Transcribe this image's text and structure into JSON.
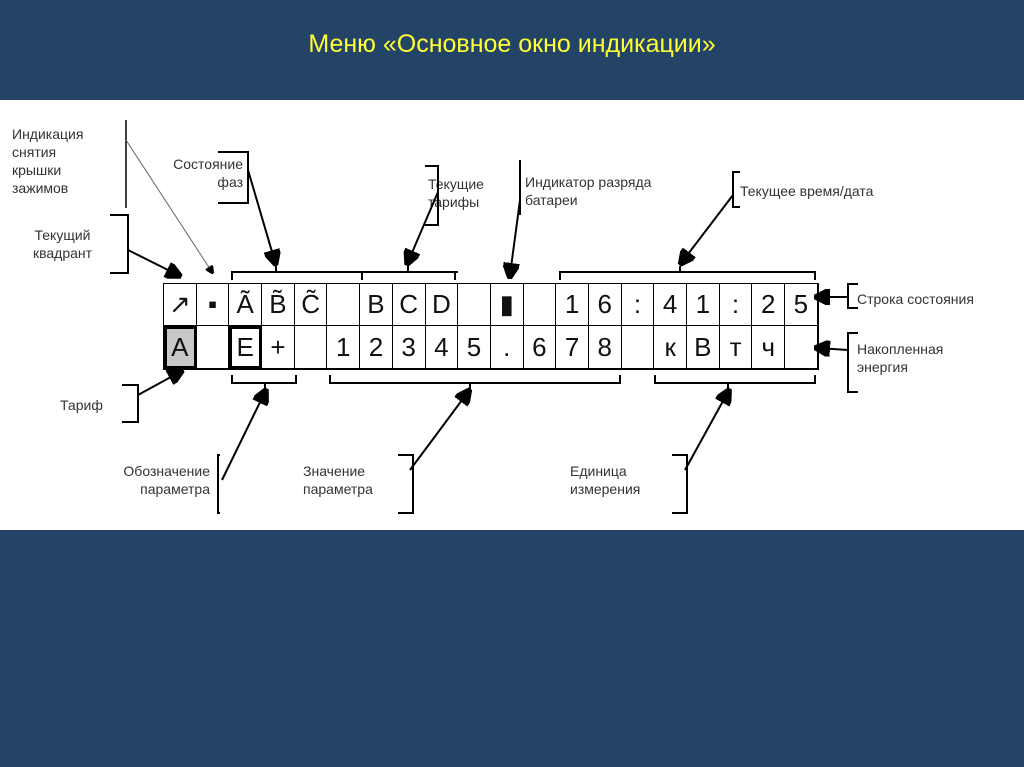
{
  "title": "Меню «Основное окно индикации»",
  "labels": {
    "cover": "Индикация снятия крышки зажимов",
    "quadrant": "Текущий квадрант",
    "phases": "Состояние фаз",
    "tariffs": "Текущие тарифы",
    "battery": "Индикатор разряда батареи",
    "datetime": "Текущее время/дата",
    "status_row": "Строка состояния",
    "energy": "Накопленная энергия",
    "tariff": "Тариф",
    "param_name": "Обозначение параметра",
    "param_value": "Значение параметра",
    "unit": "Единица измерения"
  },
  "row1": [
    "↗",
    "▪",
    "Ã",
    "B̃",
    "C̃",
    "",
    "B",
    "C",
    "D",
    "",
    "▮",
    "",
    "1",
    "6",
    ":",
    "4",
    "1",
    ":",
    "2",
    "5"
  ],
  "row2": [
    "A",
    "",
    "E",
    "+",
    "",
    "1",
    "2",
    "3",
    "4",
    "5",
    ".",
    "6",
    "7",
    "8",
    "",
    "к",
    "В",
    "т",
    "ч",
    ""
  ]
}
